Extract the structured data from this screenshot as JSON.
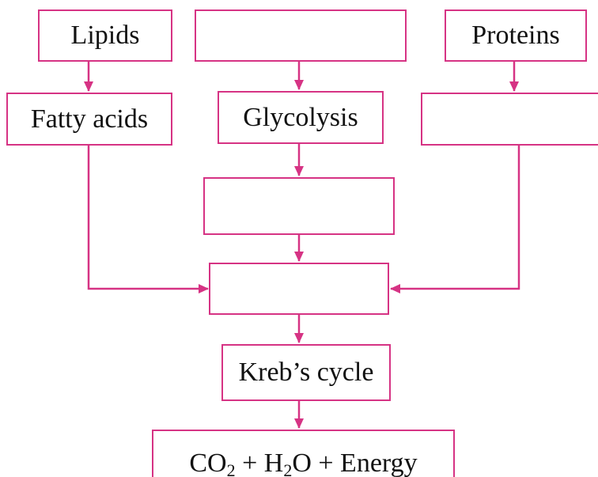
{
  "diagram": {
    "accent_color": "#d63384",
    "nodes": {
      "lipids": "Lipids",
      "carbohydrates": "",
      "proteins": "Proteins",
      "fatty_acids": "Fatty acids",
      "glycolysis": "Glycolysis",
      "amino_acids": "",
      "pyruvate": "",
      "acetyl_coa": "",
      "krebs_cycle": "Kreb’s cycle",
      "final_products": {
        "co": "CO",
        "co_sub": "2",
        "plus1": " + H",
        "h_sub": "2",
        "rest": "O + Energy"
      }
    }
  }
}
